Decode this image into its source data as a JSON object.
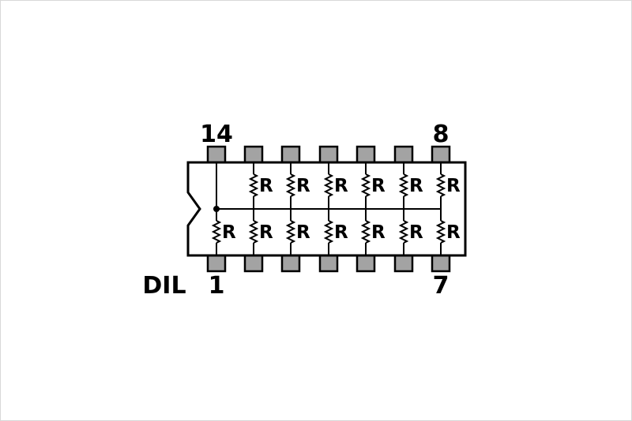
{
  "colors": {
    "background": "#ffffff",
    "line": "#000000",
    "pin_fill": "#a3a3a3",
    "pin_border": "#000000"
  },
  "labels": {
    "package_type": "DIL",
    "pin_top_left": "14",
    "pin_top_right": "8",
    "pin_bottom_left": "1",
    "pin_bottom_right": "7"
  },
  "resistors": {
    "top": [
      "R",
      "R",
      "R",
      "R",
      "R",
      "R"
    ],
    "bottom": [
      "R",
      "R",
      "R",
      "R",
      "R",
      "R",
      "R"
    ]
  }
}
